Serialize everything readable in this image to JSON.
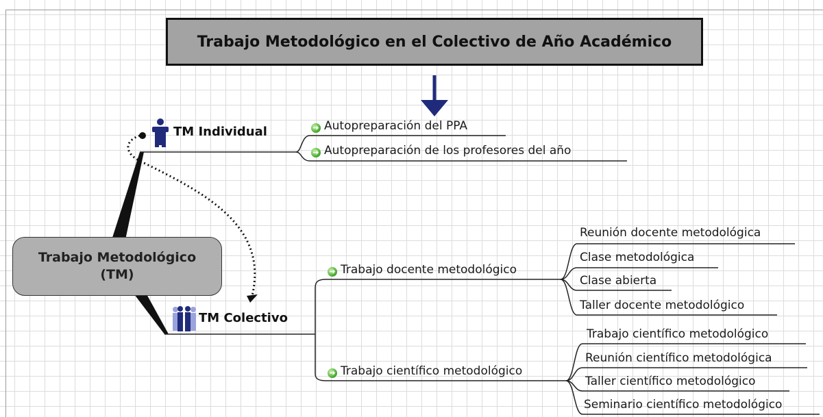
{
  "title": "Trabajo Metodológico en el Colectivo de Año Académico",
  "root": {
    "line1": "Trabajo Metodológico",
    "line2": "(TM)"
  },
  "individual": {
    "label": "TM Individual",
    "items": [
      "Autopreparación del PPA",
      "Autopreparación de los profesores del año"
    ]
  },
  "colectivo": {
    "label": "TM Colectivo",
    "docente": {
      "label": "Trabajo docente metodológico",
      "items": [
        "Reunión docente metodológica",
        "Clase metodológica",
        "Clase abierta",
        "Taller docente metodológico"
      ]
    },
    "cientifico": {
      "label": "Trabajo científico metodológico",
      "items": [
        "Trabajo científico metodológico",
        "Reunión científico metodológica",
        "Taller científico metodológico",
        "Seminario científico metodológico"
      ]
    }
  },
  "colors": {
    "box_fill": "#a3a3a3",
    "arrow": "#1f2b7a",
    "bullet": "#3fa52a",
    "icon": "#1f2b7a"
  },
  "icons": {
    "bullet": "green-arrow-bullet-icon",
    "individual": "person-icon",
    "colectivo": "people-group-icon",
    "arrow": "down-arrow-icon"
  }
}
